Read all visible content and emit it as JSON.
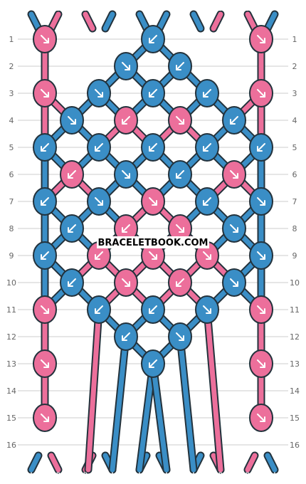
{
  "watermark": "BRACELETBOOK.COM",
  "colors": {
    "A": "#3a8ec6",
    "B": "#ec6f9b",
    "outline": "#23323c",
    "grid": "#cccccc"
  },
  "strands_top": [
    "A",
    "B",
    "B",
    "A",
    "A",
    "A",
    "A",
    "B",
    "B",
    "A"
  ],
  "strands_bottom": [
    "A",
    "B",
    "B",
    "A",
    "A",
    "A",
    "A",
    "B",
    "B",
    "A"
  ],
  "row_labels": [
    "1",
    "2",
    "3",
    "4",
    "5",
    "6",
    "7",
    "8",
    "9",
    "10",
    "11",
    "12",
    "13",
    "14",
    "15",
    "16"
  ],
  "knots": [
    {
      "row": 1,
      "col": 0,
      "color": "B",
      "dir": "fwd"
    },
    {
      "row": 1,
      "col": 4,
      "color": "A",
      "dir": "bwd"
    },
    {
      "row": 1,
      "col": 8,
      "color": "B",
      "dir": "fwd"
    },
    {
      "row": 2,
      "col": 3,
      "color": "A",
      "dir": "fwd"
    },
    {
      "row": 2,
      "col": 5,
      "color": "A",
      "dir": "bwd"
    },
    {
      "row": 3,
      "col": 0,
      "color": "B",
      "dir": "fwd"
    },
    {
      "row": 3,
      "col": 2,
      "color": "A",
      "dir": "fwd"
    },
    {
      "row": 3,
      "col": 4,
      "color": "A",
      "dir": "bwd"
    },
    {
      "row": 3,
      "col": 6,
      "color": "A",
      "dir": "bwd"
    },
    {
      "row": 3,
      "col": 8,
      "color": "B",
      "dir": "fwd"
    },
    {
      "row": 4,
      "col": 1,
      "color": "A",
      "dir": "fwd"
    },
    {
      "row": 4,
      "col": 3,
      "color": "B",
      "dir": "bwd"
    },
    {
      "row": 4,
      "col": 5,
      "color": "B",
      "dir": "fwd"
    },
    {
      "row": 4,
      "col": 7,
      "color": "A",
      "dir": "bwd"
    },
    {
      "row": 5,
      "col": 0,
      "color": "A",
      "dir": "bwd"
    },
    {
      "row": 5,
      "col": 2,
      "color": "A",
      "dir": "bwd"
    },
    {
      "row": 5,
      "col": 4,
      "color": "A",
      "dir": "bwd"
    },
    {
      "row": 5,
      "col": 6,
      "color": "A",
      "dir": "bwd"
    },
    {
      "row": 5,
      "col": 8,
      "color": "A",
      "dir": "bwd"
    },
    {
      "row": 6,
      "col": 1,
      "color": "B",
      "dir": "bwd"
    },
    {
      "row": 6,
      "col": 3,
      "color": "A",
      "dir": "fwd"
    },
    {
      "row": 6,
      "col": 5,
      "color": "A",
      "dir": "bwd"
    },
    {
      "row": 6,
      "col": 7,
      "color": "B",
      "dir": "fwd"
    },
    {
      "row": 7,
      "col": 0,
      "color": "A",
      "dir": "bwd"
    },
    {
      "row": 7,
      "col": 2,
      "color": "A",
      "dir": "fwd"
    },
    {
      "row": 7,
      "col": 4,
      "color": "B",
      "dir": "fwd"
    },
    {
      "row": 7,
      "col": 6,
      "color": "A",
      "dir": "bwd"
    },
    {
      "row": 7,
      "col": 8,
      "color": "A",
      "dir": "fwd"
    },
    {
      "row": 8,
      "col": 1,
      "color": "A",
      "dir": "bwd"
    },
    {
      "row": 8,
      "col": 3,
      "color": "B",
      "dir": "bwd"
    },
    {
      "row": 8,
      "col": 5,
      "color": "B",
      "dir": "fwd"
    },
    {
      "row": 8,
      "col": 7,
      "color": "A",
      "dir": "fwd"
    },
    {
      "row": 9,
      "col": 0,
      "color": "A",
      "dir": "bwd"
    },
    {
      "row": 9,
      "col": 2,
      "color": "B",
      "dir": "bwd"
    },
    {
      "row": 9,
      "col": 4,
      "color": "B",
      "dir": "fwd"
    },
    {
      "row": 9,
      "col": 6,
      "color": "B",
      "dir": "fwd"
    },
    {
      "row": 9,
      "col": 8,
      "color": "A",
      "dir": "fwd"
    },
    {
      "row": 10,
      "col": 1,
      "color": "A",
      "dir": "bwd"
    },
    {
      "row": 10,
      "col": 3,
      "color": "B",
      "dir": "fwd"
    },
    {
      "row": 10,
      "col": 5,
      "color": "B",
      "dir": "bwd"
    },
    {
      "row": 10,
      "col": 7,
      "color": "A",
      "dir": "fwd"
    },
    {
      "row": 11,
      "col": 0,
      "color": "B",
      "dir": "fwd"
    },
    {
      "row": 11,
      "col": 2,
      "color": "A",
      "dir": "bwd"
    },
    {
      "row": 11,
      "col": 4,
      "color": "A",
      "dir": "bwd"
    },
    {
      "row": 11,
      "col": 6,
      "color": "A",
      "dir": "fwd"
    },
    {
      "row": 11,
      "col": 8,
      "color": "B",
      "dir": "fwd"
    },
    {
      "row": 12,
      "col": 3,
      "color": "A",
      "dir": "bwd"
    },
    {
      "row": 12,
      "col": 5,
      "color": "A",
      "dir": "fwd"
    },
    {
      "row": 13,
      "col": 0,
      "color": "B",
      "dir": "fwd"
    },
    {
      "row": 13,
      "col": 4,
      "color": "A",
      "dir": "bwd"
    },
    {
      "row": 13,
      "col": 8,
      "color": "B",
      "dir": "fwd"
    },
    {
      "row": 15,
      "col": 0,
      "color": "B",
      "dir": "fwd"
    },
    {
      "row": 15,
      "col": 8,
      "color": "B",
      "dir": "fwd"
    }
  ]
}
